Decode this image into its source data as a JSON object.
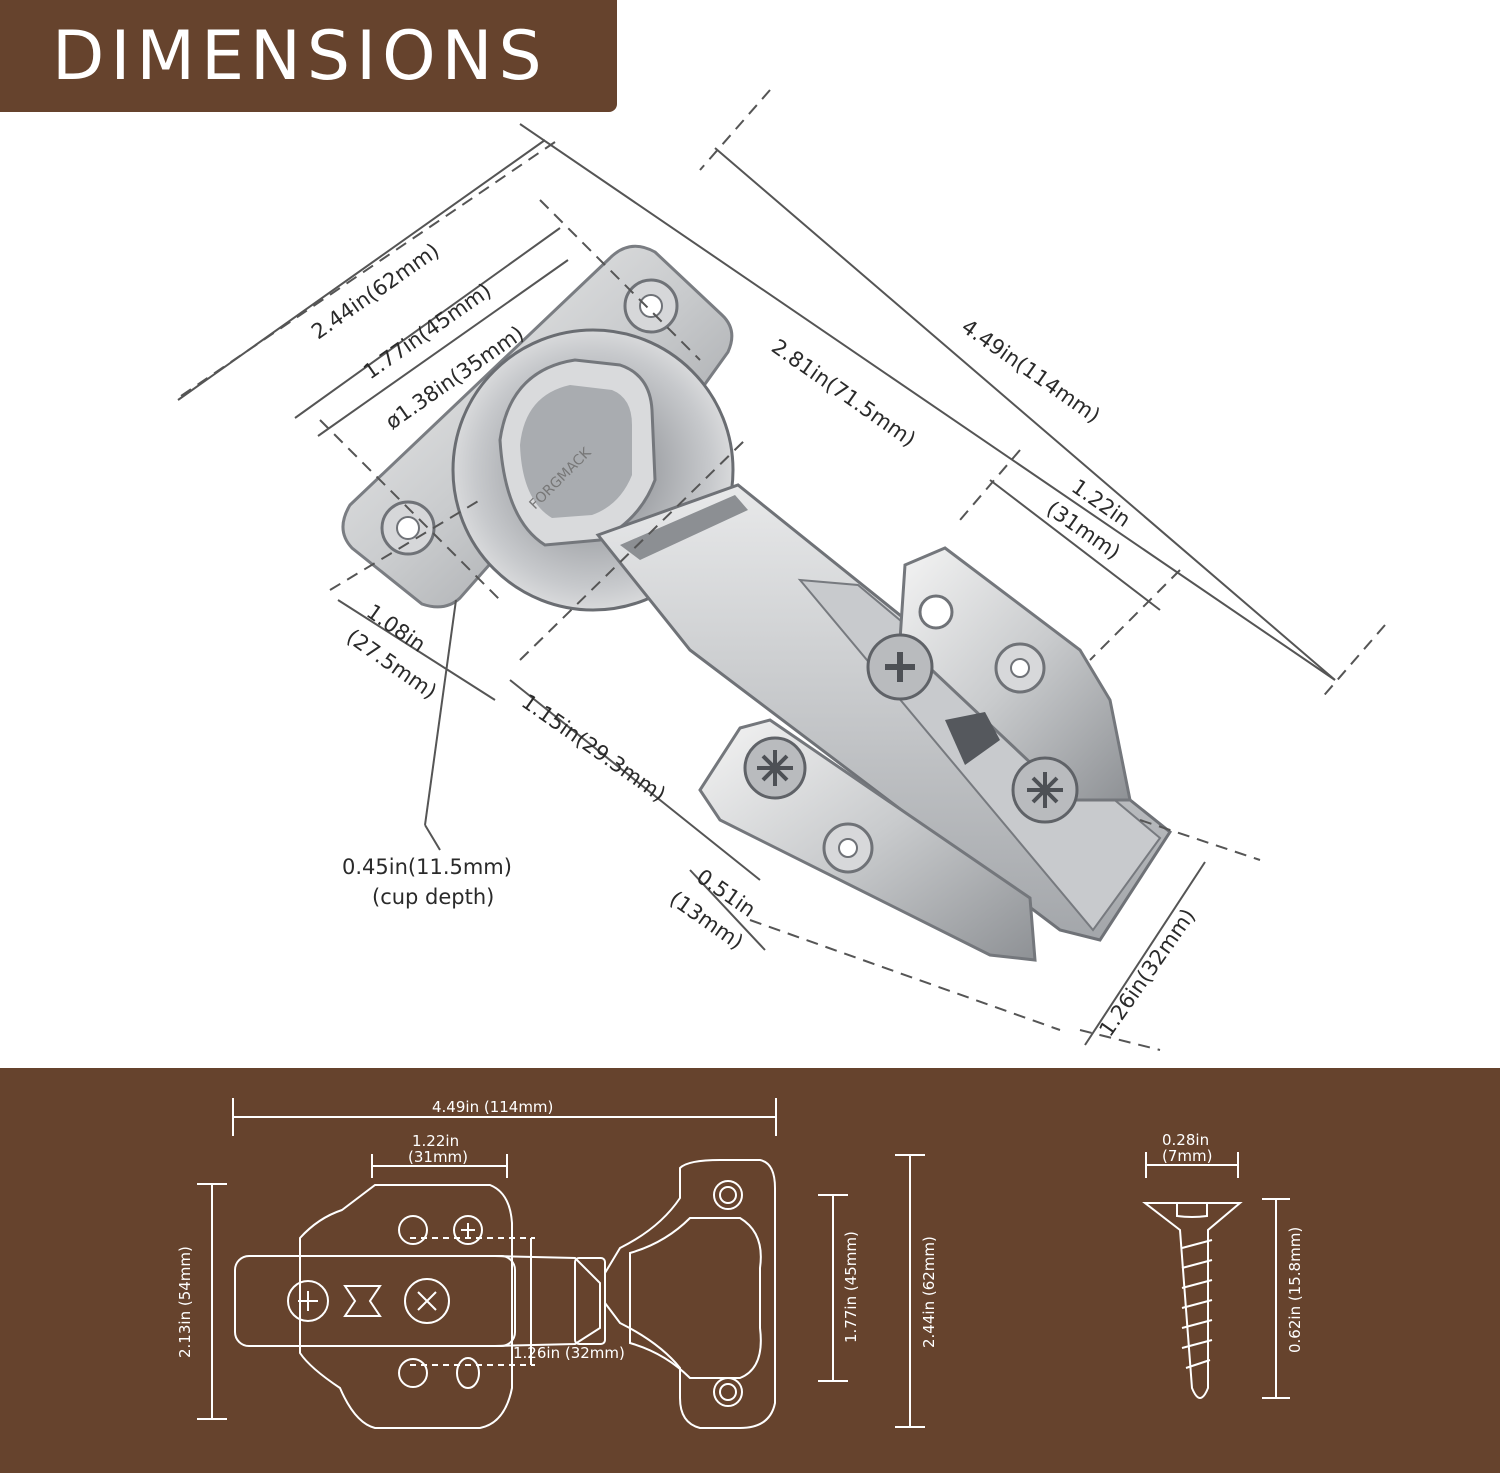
{
  "title": "DIMENSIONS",
  "brand_mark": "FORGMACK",
  "colors": {
    "banner": "#66432d",
    "panel": "#66432d",
    "dimension_lines": "#555555"
  },
  "top_dimensions": {
    "overall_length": "4.49in(114mm)",
    "cup_to_plate": "2.81in(71.5mm)",
    "plate_hole_spacing_1": "1.22in",
    "plate_hole_spacing_2": "(31mm)",
    "cup_plate_width": "2.44in(62mm)",
    "cup_hole_spacing": "1.77in(45mm)",
    "cup_diameter": "ø1.38in(35mm)",
    "cup_edge_1": "1.08in",
    "cup_edge_2": "(27.5mm)",
    "arm_offset": "1.15in(29.3mm)",
    "plate_offset_1": "0.51in",
    "plate_offset_2": "(13mm)",
    "plate_width": "1.26in(32mm)",
    "cup_depth_1": "0.45in(11.5mm)",
    "cup_depth_2": "(cup depth)"
  },
  "bottom_dimensions": {
    "length": "4.49in (114mm)",
    "plate_spacing_1": "1.22in",
    "plate_spacing_2": "(31mm)",
    "plate_height": "2.13in (54mm)",
    "plate_width": "1.26in (32mm)",
    "cup_hole_spacing": "1.77in (45mm)",
    "cup_plate_height": "2.44in (62mm)",
    "screw_width_1": "0.28in",
    "screw_width_2": "(7mm)",
    "screw_length": "0.62in (15.8mm)"
  }
}
